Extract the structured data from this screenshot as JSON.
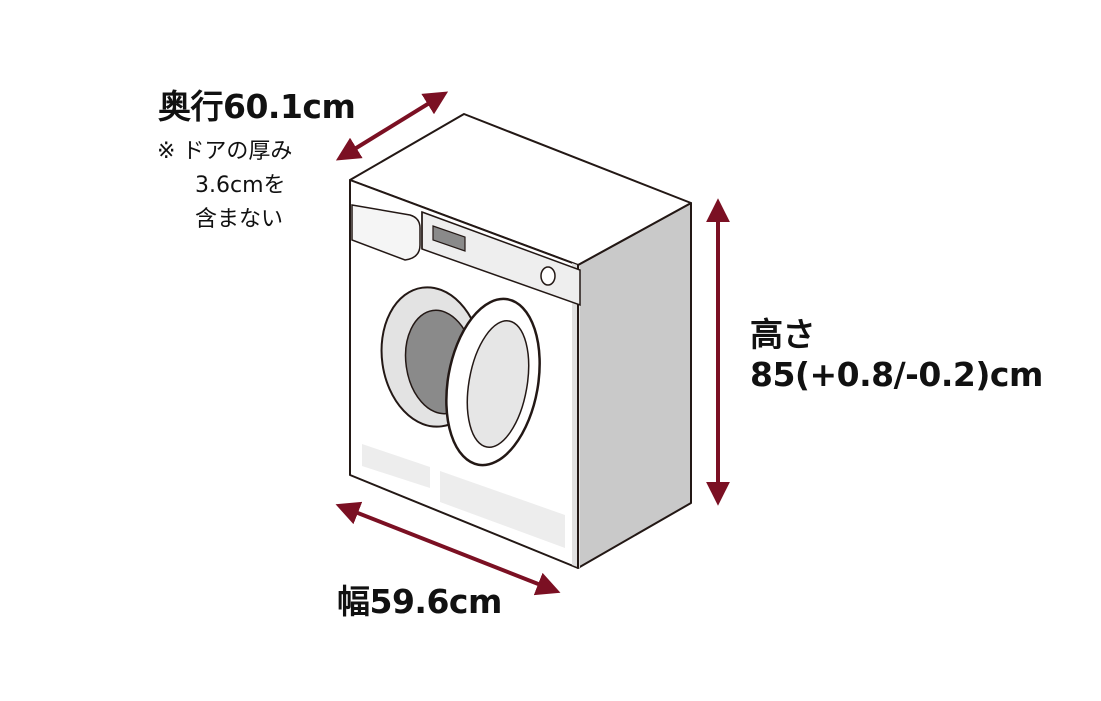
{
  "depth": {
    "label": "奥行60.1cm",
    "note_line1": "※ ドアの厚み",
    "note_line2": "3.6cmを",
    "note_line3": "含まない"
  },
  "height": {
    "label": "高さ",
    "value": "85(+0.8/-0.2)cm"
  },
  "width": {
    "label": "幅59.6cm"
  },
  "colors": {
    "arrow": "#7b1023",
    "outline": "#231815",
    "side_panel": "#c9c9c9",
    "drum": "#8a8a8a",
    "panel_light": "#e6e6e6"
  }
}
